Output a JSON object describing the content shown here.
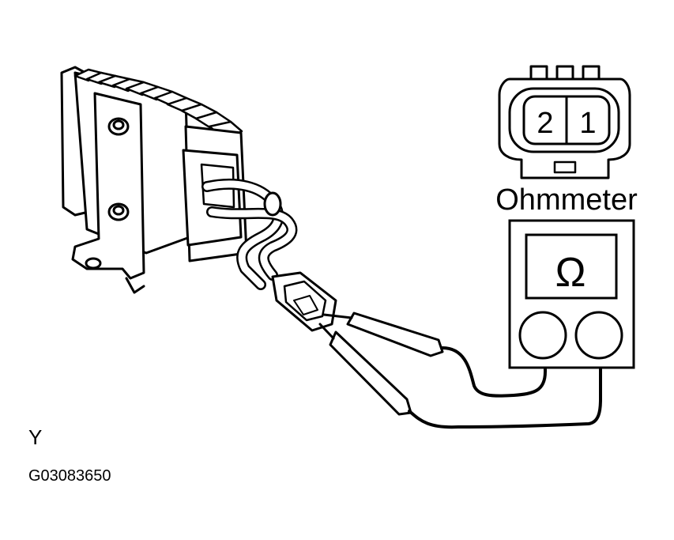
{
  "diagram": {
    "connector_pin_labels": [
      "2",
      "1"
    ],
    "meter_label": "Ohmmeter",
    "meter_symbol": "Ω",
    "view_label": "Y",
    "figure_code": "G03083650"
  },
  "colors": {
    "ink": "#000000",
    "background": "#ffffff"
  },
  "icons": {
    "connector": "connector-face-icon",
    "meter": "ohmmeter-icon",
    "module": "control-module-icon"
  }
}
